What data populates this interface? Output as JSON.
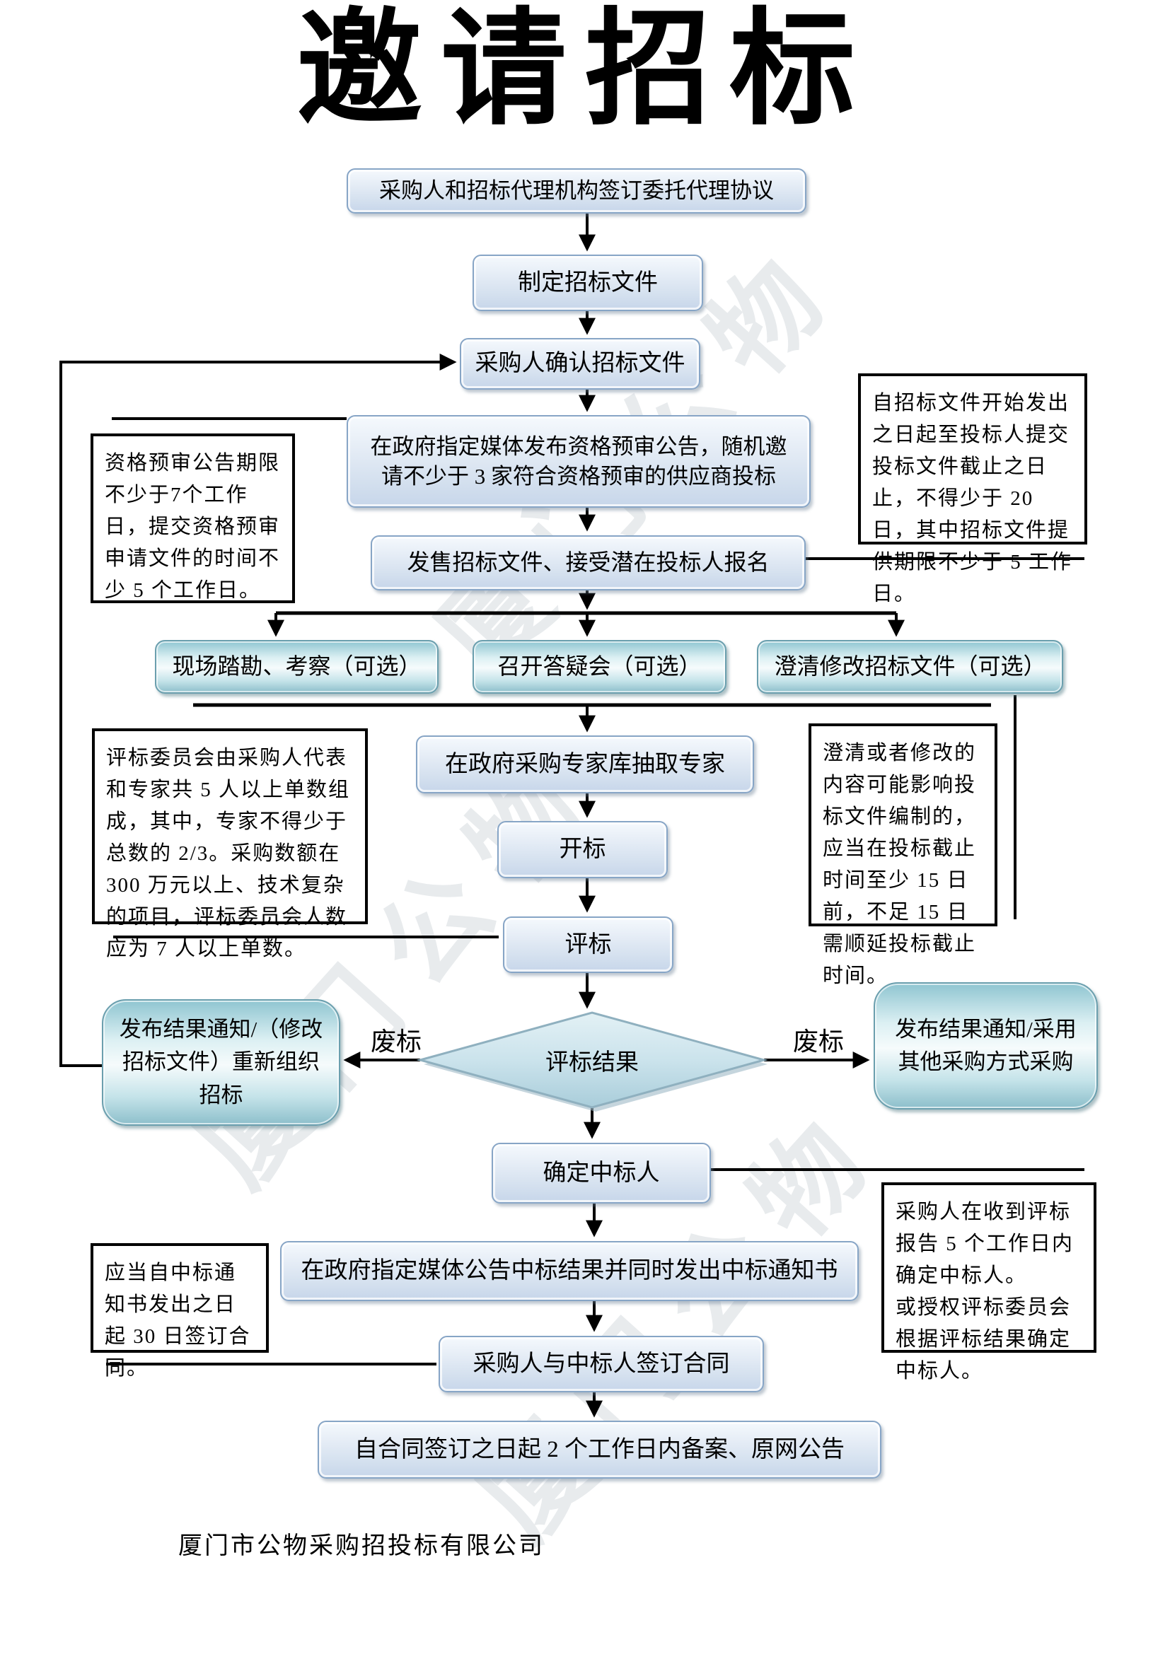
{
  "title": "邀请招标",
  "watermark": "厦门公物",
  "nodes": {
    "sign_agency": "采购人和招标代理机构签订委托代理协议",
    "draft_docs": "制定招标文件",
    "confirm_docs": "采购人确认招标文件",
    "publish_prequal": "在政府指定媒体发布资格预审公告，随机邀请不少于 3 家符合资格预审的供应商投标",
    "sell_docs": "发售招标文件、接受潜在投标人报名",
    "site_survey": "现场踏勘、考察（可选）",
    "qa_meeting": "召开答疑会（可选）",
    "clarify_docs": "澄清修改招标文件（可选）",
    "draw_experts": "在政府采购专家库抽取专家",
    "open_bid": "开标",
    "evaluate_bid": "评标",
    "decision": "评标结果",
    "rebid": "发布结果通知/（修改招标文件）重新组织招标",
    "other_method": "发布结果通知/采用其他采购方式采购",
    "determine_winner": "确定中标人",
    "announce_winner": "在政府指定媒体公告中标结果并同时发出中标通知书",
    "sign_contract": "采购人与中标人签订合同",
    "filing": "自合同签订之日起 2 个工作日内备案、原网公告"
  },
  "annotations": {
    "prequal_period": "资格预审公告期限不少于7个工作日，提交资格预审申请文件的时间不少 5 个工作日。",
    "doc_period": "自招标文件开始发出之日起至投标人提交投标文件截止之日止，不得少于 20 日，其中招标文件提供期限不少于 5 工作日。",
    "committee": "评标委员会由采购人代表和专家共 5 人以上单数组成，其中，专家不得少于总数的 2/3。采购数额在 300 万元以上、技术复杂的项目，评标委员会人数应为 7 人以上单数。",
    "clarify_rule": "澄清或者修改的内容可能影响投标文件编制的，应当在投标截止时间至少 15 日前，不足 15 日需顺延投标截止时间。",
    "winner_rule": "采购人在收到评标报告 5 个工作日内确定中标人。\n或授权评标委员会根据评标结果确定中标人。",
    "contract_rule": "应当自中标通知书发出之日起 30 日签订合同。"
  },
  "edge_labels": {
    "fail_left": "废标",
    "fail_right": "废标"
  },
  "footer": "厦门市公物采购招投标有限公司",
  "colors": {
    "blue_box_border": "#87a5c6",
    "teal_box_border": "#6b9fae",
    "line": "#000000",
    "diamond_fill": "#c7e0ea"
  }
}
